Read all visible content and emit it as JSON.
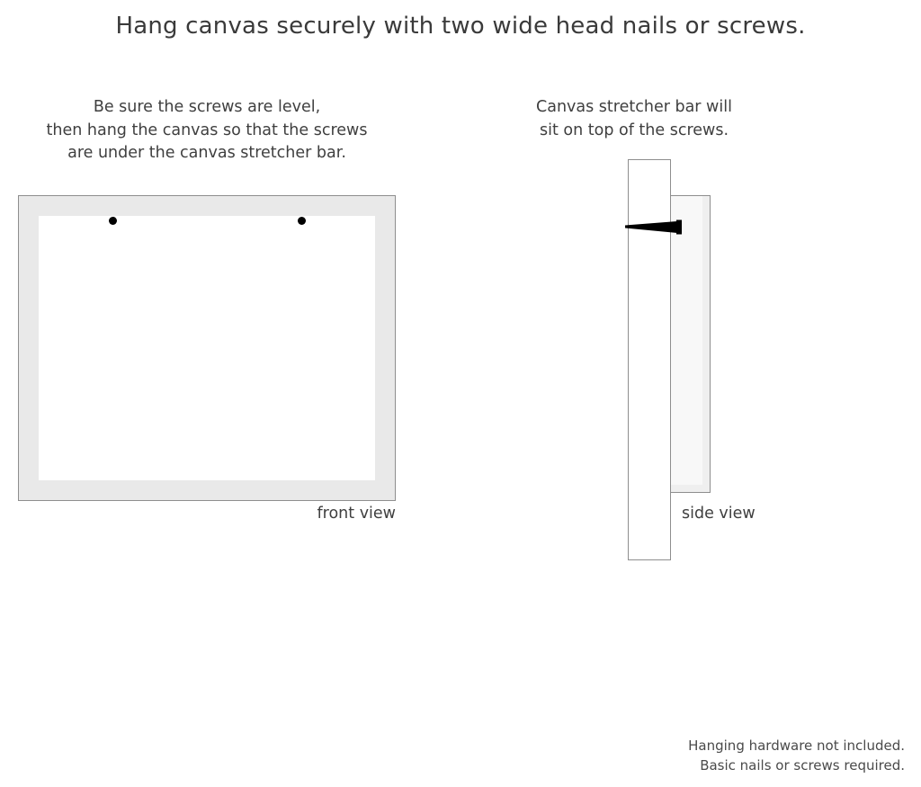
{
  "title": "Hang canvas securely with two wide head nails or screws.",
  "captions": {
    "left": [
      "Be sure the screws are level,",
      "then hang the canvas so that the screws",
      "are under the canvas stretcher bar."
    ],
    "right": [
      "Canvas stretcher bar will",
      "sit on top of the screws."
    ]
  },
  "labels": {
    "front_view": "front view",
    "side_view": "side view"
  },
  "footer": [
    "Hanging hardware not included.",
    "Basic nails or screws required."
  ],
  "colors": {
    "frame_band": "#e9e9e9",
    "frame_border": "#8e8e8e",
    "canvas_face": "#ffffff",
    "screw": "#000000",
    "stretcher_bar": "#efefef",
    "text": "#3b3b3b",
    "background": "#ffffff"
  },
  "diagram": {
    "front_view": {
      "screw_count": 2,
      "screw_positions": [
        "left",
        "right"
      ]
    },
    "side_view": {
      "parts": [
        "wall",
        "canvas-stretcher-bar",
        "screw"
      ]
    }
  }
}
